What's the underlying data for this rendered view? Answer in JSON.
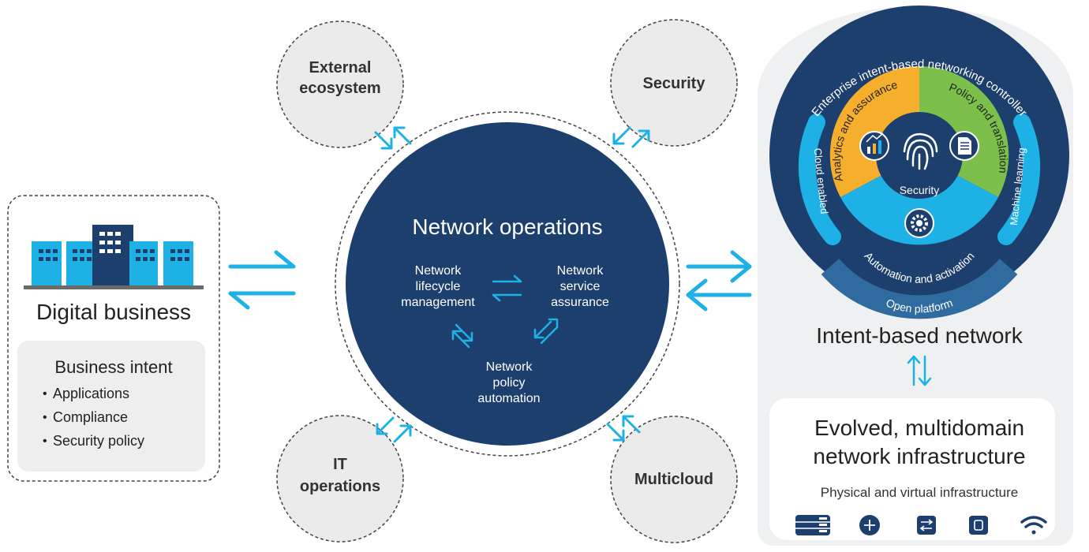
{
  "colors": {
    "navy": "#1d3f6e",
    "cyan": "#1eb1e6",
    "orange": "#f6ae2d",
    "green": "#7cc04b",
    "gray_bubble": "#ebebeb",
    "panel": "#eff0f1",
    "text_dark": "#222222"
  },
  "digital_business": {
    "title": "Digital business",
    "intent_title": "Business intent",
    "items": [
      "Applications",
      "Compliance",
      "Security policy"
    ],
    "bullet": "•"
  },
  "network_operations": {
    "title": "Network operations",
    "lifecycle": [
      "Network",
      "lifecycle",
      "management"
    ],
    "assurance": [
      "Network",
      "service",
      "assurance"
    ],
    "policy": [
      "Network",
      "policy",
      "automation"
    ]
  },
  "bubbles": {
    "external": [
      "External",
      "ecosystem"
    ],
    "security": "Security",
    "it_operations": [
      "IT",
      "operations"
    ],
    "multicloud": "Multicloud"
  },
  "controller": {
    "outer_label": "Enterprise intent-based networking controller",
    "cloud": "Cloud enabled",
    "ml": "Machine learning",
    "open_platform": "Open platform",
    "analytics": "Analytics and assurance",
    "policy": "Policy and translation",
    "automation": "Automation and activation",
    "center": "Security"
  },
  "ibn": {
    "title": "Intent-based network",
    "infra_title": [
      "Evolved, multidomain",
      "network infrastructure"
    ],
    "infra_sub": "Physical and virtual infrastructure",
    "device_icons": [
      "server-icon",
      "router-icon",
      "switch-icon",
      "appliance-icon",
      "wifi-icon"
    ]
  }
}
